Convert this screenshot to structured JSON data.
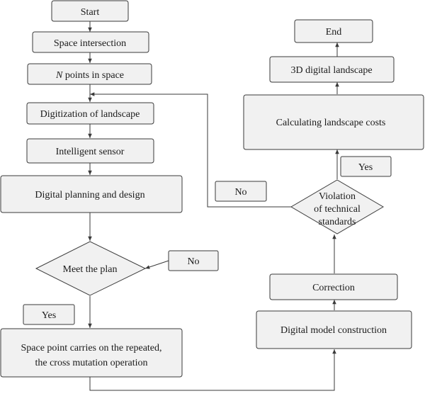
{
  "nodes": {
    "start": "Start",
    "space_intersection": "Space intersection",
    "n_points_var": "N",
    "n_points_rest": " points in space",
    "digitization": "Digitization of landscape",
    "intelligent_sensor": "Intelligent sensor",
    "digital_planning": "Digital planning and design",
    "meet_plan": "Meet the plan",
    "meet_plan_no": "No",
    "meet_plan_yes": "Yes",
    "space_point_line1": "Space point carries on the repeated,",
    "space_point_line2": "the cross mutation operation",
    "digital_model": "Digital model construction",
    "correction": "Correction",
    "violation_line1": "Violation",
    "violation_line2": "of technical",
    "violation_line3": "standards",
    "violation_no": "No",
    "violation_yes": "Yes",
    "calculating_costs": "Calculating landscape costs",
    "digital_landscape_3d": "3D digital landscape",
    "end": "End"
  }
}
